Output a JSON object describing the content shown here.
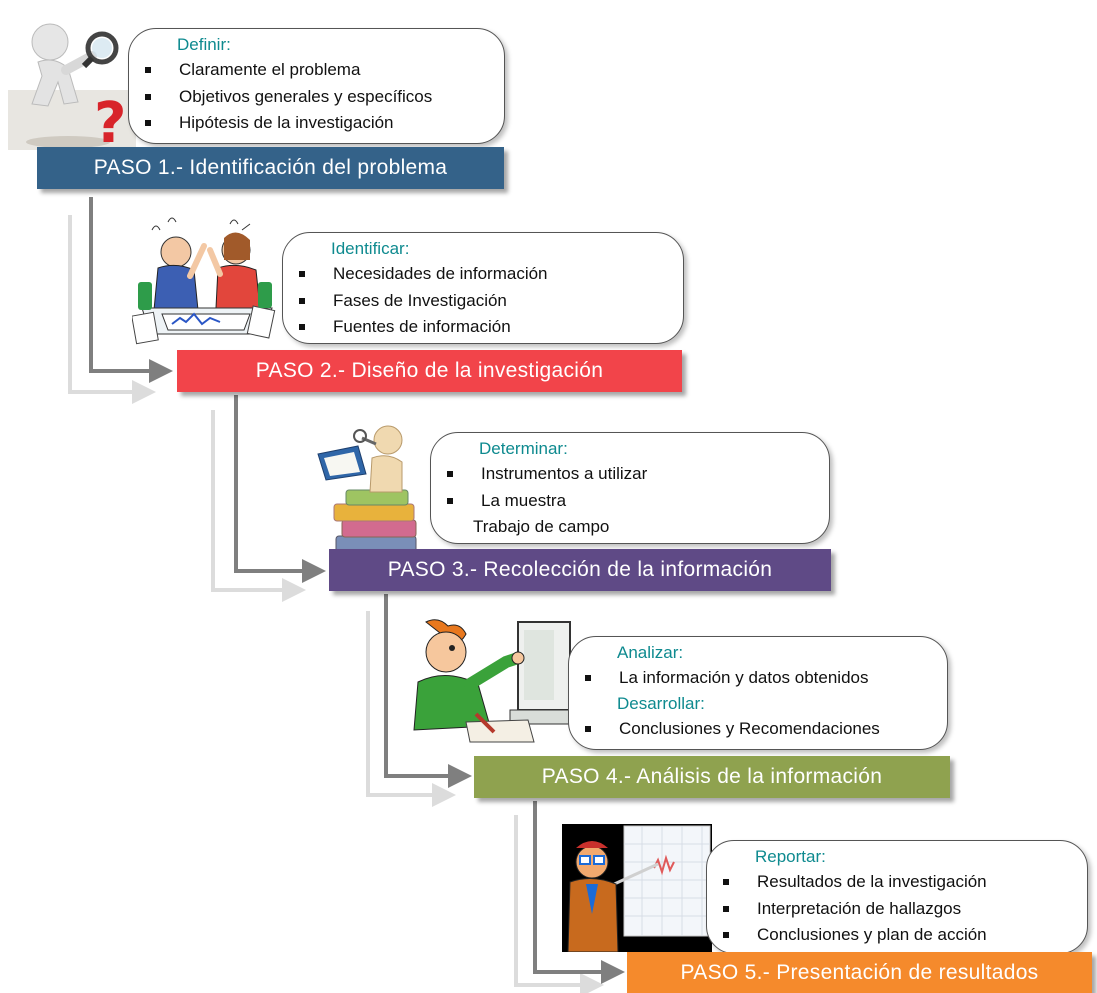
{
  "steps": [
    {
      "bar": "PASO 1.- Identificación del problema",
      "color": "#346289",
      "head": "Definir:",
      "items": [
        "Claramente el problema",
        "Objetivos generales y específicos",
        "Hipótesis de la investigación"
      ]
    },
    {
      "bar": "PASO 2.- Diseño de la investigación",
      "color": "#f2444a",
      "head": "Identificar:",
      "items": [
        "Necesidades de información",
        "Fases de Investigación",
        "Fuentes de información"
      ]
    },
    {
      "bar": "PASO 3.- Recolección de la información",
      "color": "#5f4a86",
      "head": "Determinar:",
      "items": [
        "Instrumentos a utilizar",
        "La muestra"
      ],
      "extra": "Trabajo de campo"
    },
    {
      "bar": "PASO 4.- Análisis de la información",
      "color": "#8fa24f",
      "head": "Analizar:",
      "items": [
        "La información y datos obtenidos"
      ],
      "head2": "Desarrollar:",
      "items2": [
        "Conclusiones y Recomendaciones"
      ]
    },
    {
      "bar": "PASO 5.- Presentación de resultados",
      "color": "#f58a2c",
      "head": "Reportar:",
      "items": [
        "Resultados de la investigación",
        "Interpretación de hallazgos",
        "Conclusiones y plan de acción"
      ]
    }
  ],
  "icons": [
    "magnifier-figure-icon",
    "meeting-people-icon",
    "reading-figure-icon",
    "computer-user-icon",
    "presenter-icon"
  ],
  "colors": {
    "heading": "#0e8a8f",
    "arrow": "#7f7f7f",
    "arrow_shadow": "#dcdcdc"
  }
}
